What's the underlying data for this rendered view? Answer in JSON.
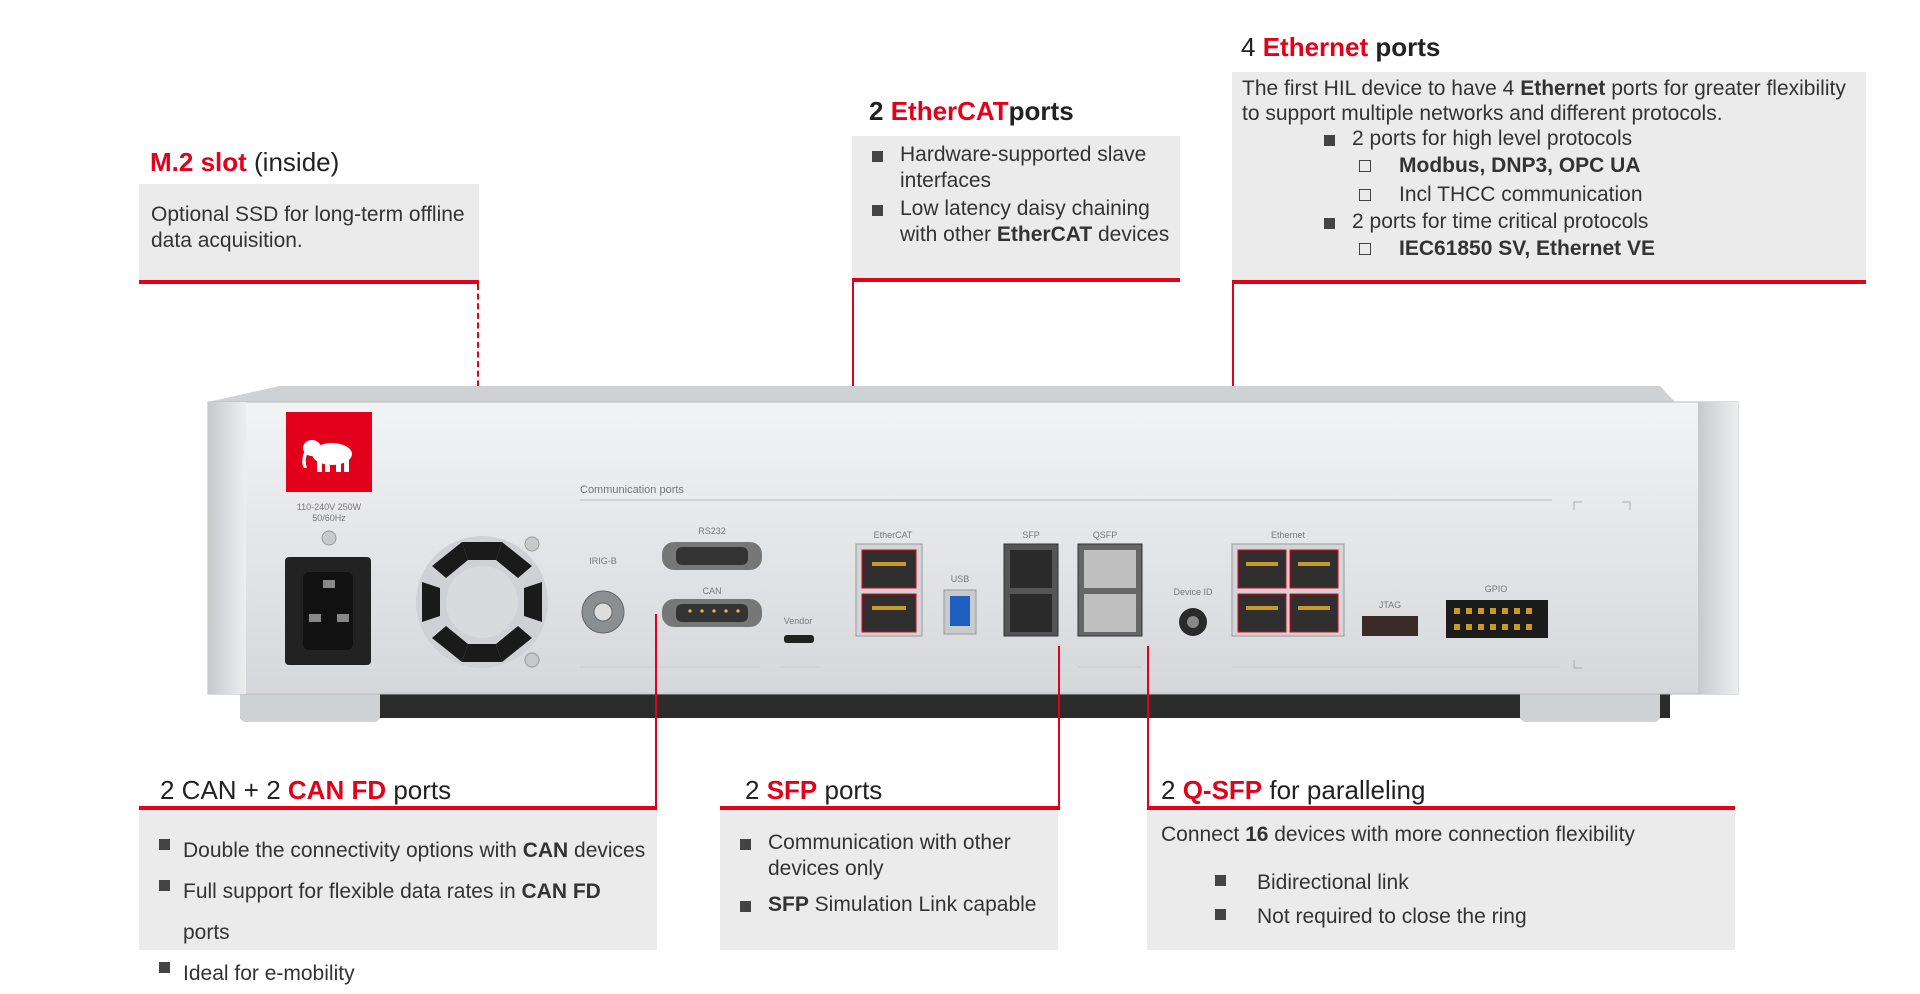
{
  "m2": {
    "title_bold": "M.2 slot",
    "title_rest": " (inside)",
    "body": "Optional SSD for long-term offline data acquisition."
  },
  "ethercat": {
    "title_num": "2 ",
    "title_red": "EtherCAT",
    "title_rest": "ports",
    "bullet1": "Hardware-supported slave interfaces",
    "bullet2_pre": "Low latency daisy chaining with other ",
    "bullet2_bold": "EtherCAT",
    "bullet2_post": " devices"
  },
  "ethernet": {
    "title_num": "4  ",
    "title_red": "Ethernet",
    "title_rest": " ports",
    "intro_pre": "The first HIL device to have 4 ",
    "intro_bold": "Ethernet",
    "intro_post": " ports for greater flexibility to support multiple networks and different protocols.",
    "bullet1": "2 ports for high level protocols",
    "sub1a": "Modbus, DNP3, OPC UA",
    "sub1b": "Incl THCC communication",
    "bullet2": "2 ports for time critical protocols",
    "sub2a": "IEC61850 SV, Ethernet VE"
  },
  "can": {
    "title_pre": "2 CAN + 2  ",
    "title_red": "CAN FD",
    "title_rest": " ports",
    "b1_pre": "Double the connectivity options with ",
    "b1_bold": "CAN",
    "b1_post": " devices",
    "b2_pre": "Full support for flexible data rates in ",
    "b2_bold": "CAN FD",
    "b2_post": " ports",
    "b3": "Ideal for e-mobility"
  },
  "sfp": {
    "title_num": "2  ",
    "title_red": "SFP",
    "title_rest": " ports",
    "b1": "Communication with other devices only",
    "b2_bold": "SFP",
    "b2_post": " Simulation Link capable"
  },
  "qsfp": {
    "title_num": "2  ",
    "title_red": "Q-SFP",
    "title_rest": " for paralleling",
    "intro_pre": "Connect ",
    "intro_bold": "16",
    "intro_post": " devices with more connection flexibility",
    "b1": "Bidirectional link",
    "b2": "Not required to close the ring"
  },
  "device": {
    "power_label_1": "110-240V 250W",
    "power_label_2": "50/60Hz",
    "comm_label": "Communication ports",
    "irig": "IRIG-B",
    "rs232": "RS232",
    "can": "CAN",
    "vendor": "Vendor",
    "ethercat": "EtherCAT",
    "usb": "USB",
    "sfp": "SFP",
    "qsfp": "QSFP",
    "device_id": "Device ID",
    "ethernet": "Ethernet",
    "jtag": "JTAG",
    "gpio": "GPIO"
  },
  "colors": {
    "accent": "#e3001b",
    "panel": "#ebebeb"
  },
  "icons": {
    "logo": "elephant-icon"
  }
}
